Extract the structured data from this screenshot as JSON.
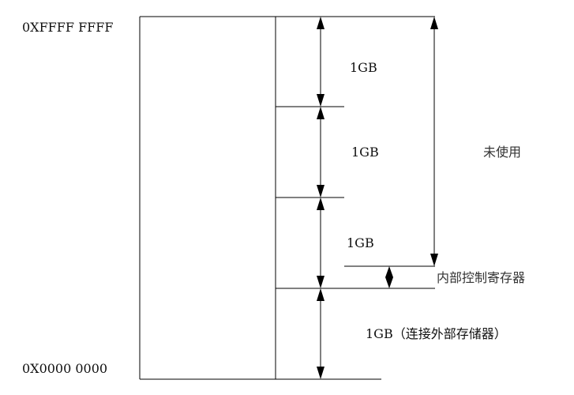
{
  "diagram": {
    "address_top": "0XFFFF FFFF",
    "address_bottom": "0X0000 0000",
    "segment_1_label": "1GB",
    "segment_2_label": "1GB",
    "segment_3_label": "1GB",
    "segment_4_label": "1GB（连接外部存储器）",
    "unused_label": "未使用",
    "internal_registers_label": "内部控制寄存器",
    "line_color": "#000000",
    "text_color": "#111111"
  }
}
